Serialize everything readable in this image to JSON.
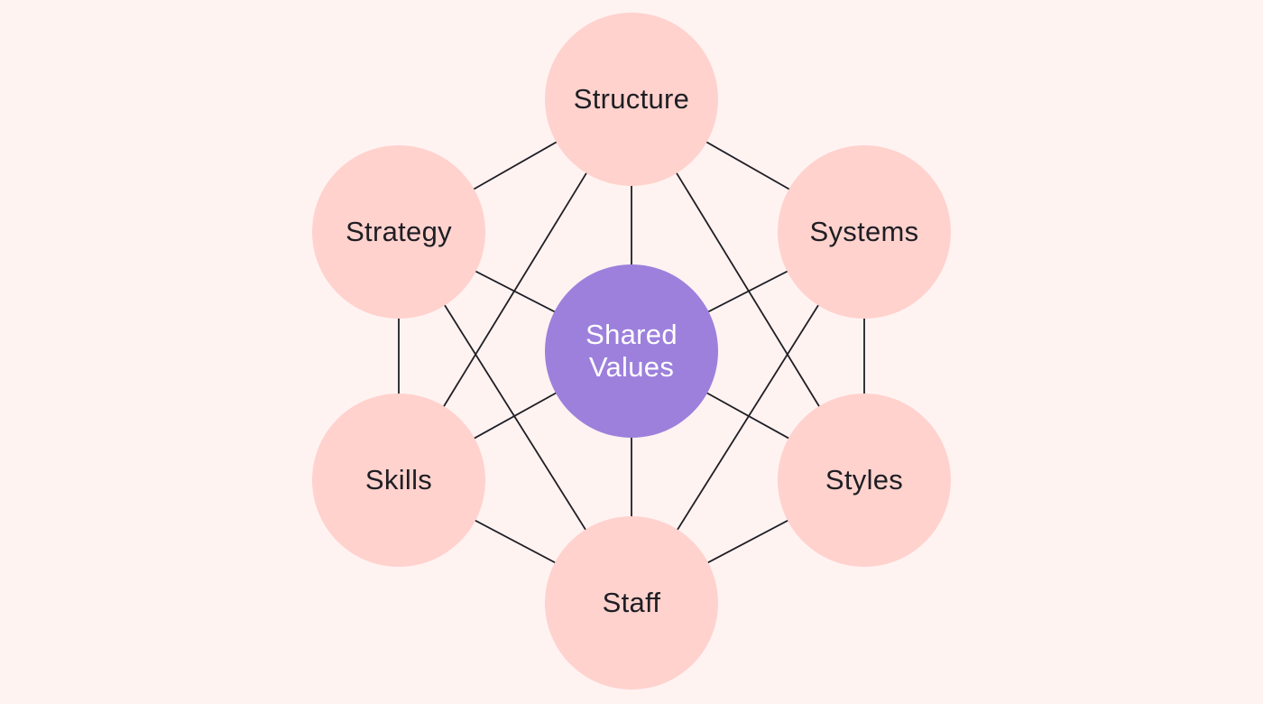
{
  "diagram": {
    "center": {
      "id": "shared-values",
      "label": "Shared Values"
    },
    "nodes": [
      {
        "id": "structure",
        "label": "Structure"
      },
      {
        "id": "strategy",
        "label": "Strategy"
      },
      {
        "id": "systems",
        "label": "Systems"
      },
      {
        "id": "skills",
        "label": "Skills"
      },
      {
        "id": "styles",
        "label": "Styles"
      },
      {
        "id": "staff",
        "label": "Staff"
      }
    ],
    "edges": [
      [
        "structure",
        "strategy"
      ],
      [
        "structure",
        "systems"
      ],
      [
        "structure",
        "shared-values"
      ],
      [
        "structure",
        "skills"
      ],
      [
        "structure",
        "styles"
      ],
      [
        "strategy",
        "shared-values"
      ],
      [
        "strategy",
        "skills"
      ],
      [
        "strategy",
        "staff"
      ],
      [
        "systems",
        "shared-values"
      ],
      [
        "systems",
        "styles"
      ],
      [
        "systems",
        "staff"
      ],
      [
        "skills",
        "shared-values"
      ],
      [
        "skills",
        "staff"
      ],
      [
        "styles",
        "shared-values"
      ],
      [
        "styles",
        "staff"
      ],
      [
        "staff",
        "shared-values"
      ]
    ],
    "colors": {
      "background": "#fff3f2",
      "node": "#ffd2cd",
      "center": "#9d80dc",
      "edge": "#1e1e24"
    }
  }
}
